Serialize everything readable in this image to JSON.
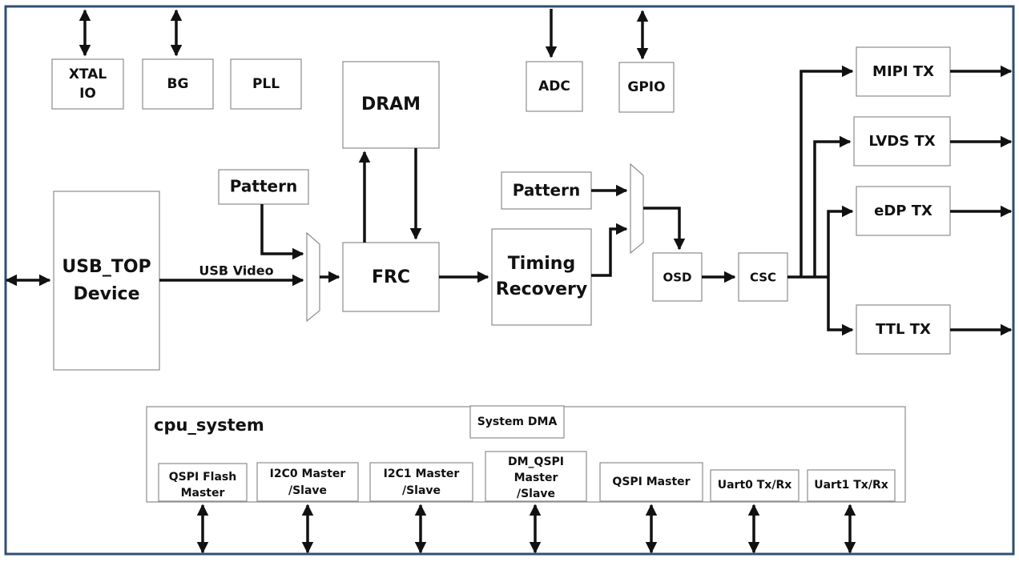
{
  "blocks": {
    "xtal": [
      "XTAL",
      "IO"
    ],
    "bg": "BG",
    "pll": "PLL",
    "dram": "DRAM",
    "adc": "ADC",
    "gpio": "GPIO",
    "usb_top": [
      "USB_TOP",
      "Device"
    ],
    "pattern_left": "Pattern",
    "frc": "FRC",
    "pattern_right": "Pattern",
    "timing_recovery": [
      "Timing",
      "Recovery"
    ],
    "osd": "OSD",
    "csc": "CSC",
    "mipi_tx": "MIPI TX",
    "lvds_tx": "LVDS TX",
    "edp_tx": "eDP TX",
    "ttl_tx": "TTL TX"
  },
  "labels": {
    "usb_video": "USB Video"
  },
  "cpu_system": {
    "title": "cpu_system",
    "system_dma": "System DMA",
    "qspi_flash": [
      "QSPI Flash",
      "Master"
    ],
    "i2c0": [
      "I2C0 Master",
      "/Slave"
    ],
    "i2c1": [
      "I2C1 Master",
      "/Slave"
    ],
    "dm_qspi": [
      "DM_QSPI",
      "Master",
      "/Slave"
    ],
    "qspi_master": "QSPI Master",
    "uart0": "Uart0 Tx/Rx",
    "uart1": "Uart1 Tx/Rx"
  }
}
